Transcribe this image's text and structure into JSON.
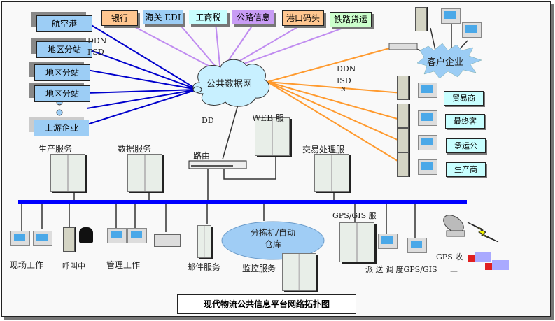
{
  "diagram": {
    "caption": "现代物流公共信息平台网络拓扑图",
    "central_cloud": "公共数据网",
    "client_cloud": "客户企业",
    "left_nodes": [
      "航空港",
      "地区分站",
      "地区分站",
      "地区分站",
      "上游企业"
    ],
    "left_link_label_1": "DDN",
    "left_link_label_2": "PSD",
    "top_services": [
      {
        "label": "银行",
        "color": "#ffc690"
      },
      {
        "label": "海关 EDI",
        "color": "#9ccdf5"
      },
      {
        "label": "工商税",
        "color": "#c8ffff"
      },
      {
        "label": "公路信息",
        "color": "#c89cf5"
      },
      {
        "label": "港口码头",
        "color": "#ffc690"
      },
      {
        "label": "铁路货运",
        "color": "#ccffcc"
      }
    ],
    "right_link_label_1": "DDN",
    "right_link_label_2": "ISD",
    "right_link_label_3": "N",
    "right_nodes": [
      "贸易商",
      "最终客",
      "承运公",
      "生产商"
    ],
    "dd_label": "DD",
    "router_label": "路由",
    "web_server_label": "WEB 服",
    "servers": [
      "生产服务",
      "数据服务",
      "交易处理服"
    ],
    "bottom_nodes": [
      "现场工作",
      "呼叫中",
      "管理工作",
      "邮件服务",
      "监控服务",
      "GPS/GIS 服",
      "派 送 调 度GPS/GIS",
      "GPS 收",
      "工"
    ],
    "warehouse": "分拣机/自动仓库",
    "colors": {
      "backbone": "#0000ff",
      "left_links": "#0000cc",
      "top_links": "#c08cf0",
      "right_links": "#ff9a2e",
      "cloud": "#c8f0ff",
      "warehouse": "#a0cdf5"
    }
  }
}
